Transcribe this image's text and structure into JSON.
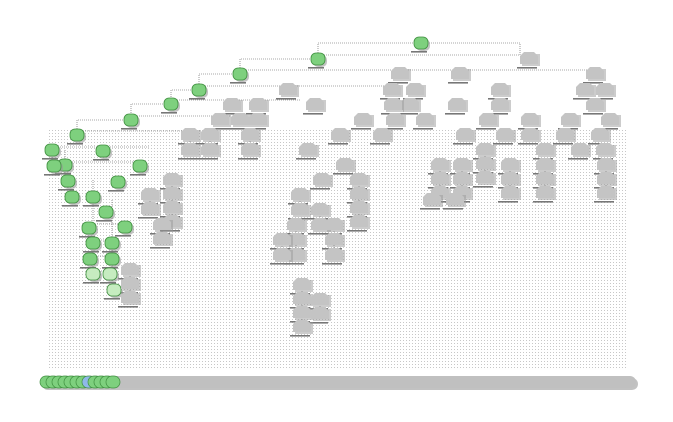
{
  "diagram": {
    "type": "tree",
    "colors": {
      "active_fill": "#7ed07e",
      "active_stroke": "#3f8f3f",
      "light_fill": "#c6ecc0",
      "inactive_fill": "#c4c4c4",
      "shadow": "#9a9a9a",
      "edge": "#555555",
      "selected_fill": "#8fb8e8",
      "timeline_bar": "#c0c0c0"
    },
    "green_path_nodes": 20,
    "timeline": {
      "step_count": 12,
      "selected_index": 7
    }
  }
}
